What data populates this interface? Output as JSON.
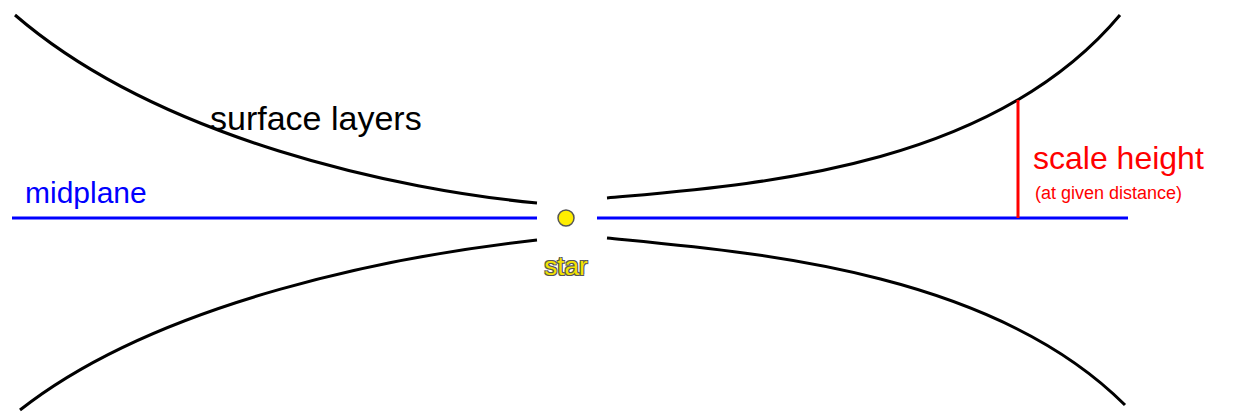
{
  "diagram": {
    "labels": [
      "surface layers",
      "midplane",
      "scale height",
      "(at given distance)",
      "star"
    ]
  }
}
